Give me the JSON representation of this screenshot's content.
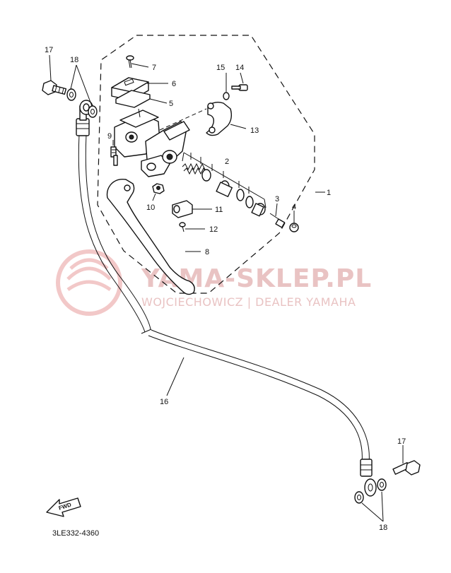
{
  "watermark": {
    "title": "YAMA-SKLEP.PL",
    "subtitle": "WOJCIECHOWICZ | DEALER YAMAHA"
  },
  "diagram_code": "3LE332-4360",
  "fwd_label": "FWD",
  "callouts": {
    "c1": "1",
    "c2": "2",
    "c3": "3",
    "c4": "4",
    "c5": "5",
    "c6": "6",
    "c7": "7",
    "c8": "8",
    "c9": "9",
    "c10": "10",
    "c11": "11",
    "c12": "12",
    "c13": "13",
    "c14": "14",
    "c15": "15",
    "c16": "16",
    "c17a": "17",
    "c17b": "17",
    "c18a": "18",
    "c18b": "18"
  }
}
